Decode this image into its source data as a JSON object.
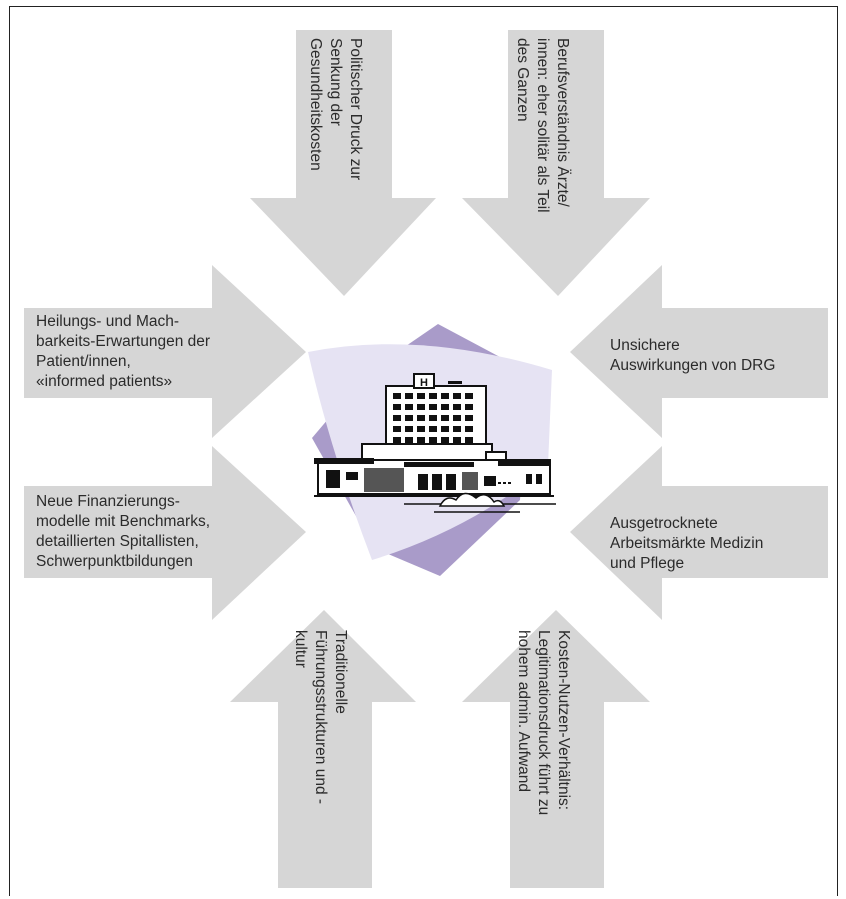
{
  "forces": {
    "top_left": "Politischer Druck zur\nSenkung der\nGesundheitskosten",
    "top_right": "Berufsverständnis Ärzte/\ninnen: eher solitär als Teil\ndes Ganzen",
    "left_upper": "Heilungs- und Mach-\nbarkeits-Erwartungen der\nPatient/innen,\n«informed patients»",
    "left_lower": "Neue Finanzierungs-\nmodelle mit Benchmarks,\ndetaillierten Spitallisten,\nSchwerpunktbildungen",
    "right_upper": "Unsichere\nAuswirkungen von DRG",
    "right_lower": "Ausgetrocknete\nArbeitsmärkte Medizin\nund Pflege",
    "bottom_left": "Traditionelle\nFührungsstrukturen und -\nkultur",
    "bottom_right": "Kosten-Nutzen-Verhältnis:\nLegitimationsdruck führt zu\nhohem admin. Aufwand"
  },
  "center": {
    "icon": "hospital-icon",
    "sign_letter": "H"
  },
  "colors": {
    "arrow": "#d6d6d6",
    "purple": "#a99bc9",
    "lavender": "#e6e3f3",
    "ink": "#111111"
  }
}
